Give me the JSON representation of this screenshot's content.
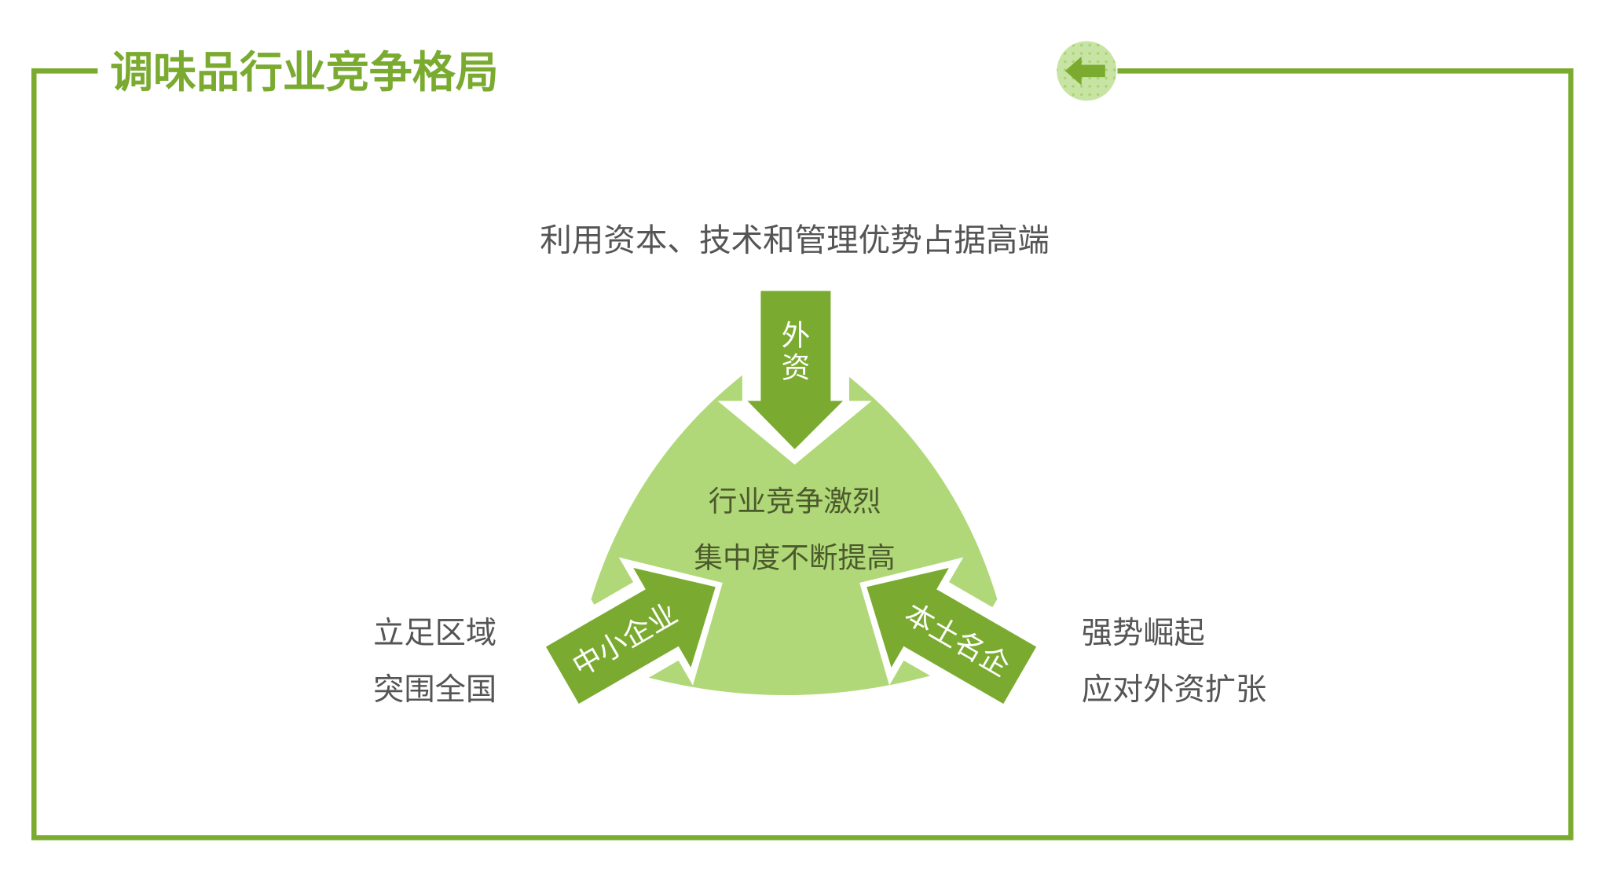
{
  "title": "调味品行业竞争格局",
  "back_button": {
    "icon": "arrow-left-icon"
  },
  "top_caption": "利用资本、技术和管理优势占据高端",
  "center": {
    "line1": "行业竞争激烈",
    "line2": "集中度不断提高"
  },
  "arrows": {
    "top": {
      "label_line1": "外",
      "label_line2": "资"
    },
    "left": {
      "label": "中小企业"
    },
    "right": {
      "label": "本土名企"
    }
  },
  "left_caption": {
    "line1": "立足区域",
    "line2": "突围全国"
  },
  "right_caption": {
    "line1": "强势崛起",
    "line2": "应对外资扩张"
  },
  "colors": {
    "accent": "#7aab30",
    "blob": "#b1d878",
    "circle": "#c8e4a4",
    "text": "#555555",
    "center_text": "#4b5a2c"
  }
}
